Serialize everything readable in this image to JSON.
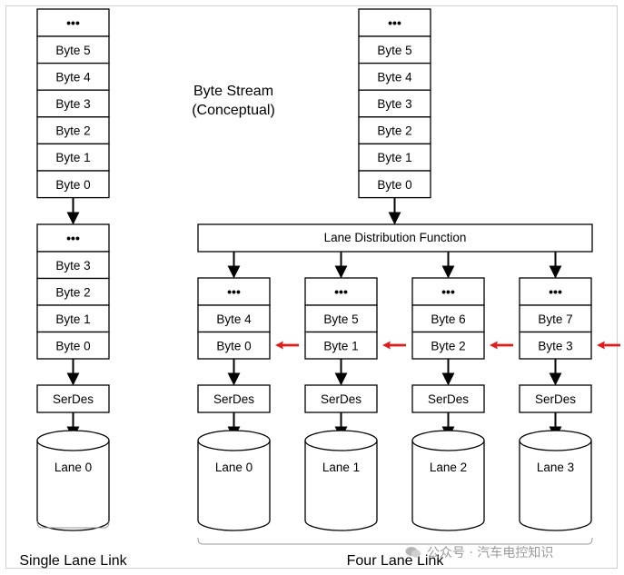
{
  "byte_stream_label": [
    "Byte Stream",
    "(Conceptual)"
  ],
  "ellipsis": "•••",
  "left_stream_bytes": [
    "Byte 5",
    "Byte 4",
    "Byte 3",
    "Byte 2",
    "Byte 1",
    "Byte 0"
  ],
  "right_stream_bytes": [
    "Byte 5",
    "Byte 4",
    "Byte 3",
    "Byte 2",
    "Byte 1",
    "Byte 0"
  ],
  "single_lane": {
    "buffer_bytes": [
      "Byte 3",
      "Byte 2",
      "Byte 1",
      "Byte 0"
    ],
    "serdes": "SerDes",
    "lane": "Lane 0",
    "caption": "Single Lane Link"
  },
  "lane_distribution_function": "Lane Distribution Function",
  "four_lane": {
    "lanes": [
      {
        "bytes": [
          "Byte 4",
          "Byte 0"
        ],
        "serdes": "SerDes",
        "lane": "Lane 0"
      },
      {
        "bytes": [
          "Byte 5",
          "Byte 1"
        ],
        "serdes": "SerDes",
        "lane": "Lane 1"
      },
      {
        "bytes": [
          "Byte 6",
          "Byte 2"
        ],
        "serdes": "SerDes",
        "lane": "Lane 2"
      },
      {
        "bytes": [
          "Byte 7",
          "Byte 3"
        ],
        "serdes": "SerDes",
        "lane": "Lane 3"
      }
    ],
    "caption": "Four Lane Link"
  },
  "watermark": "公众号 · 汽车电控知识",
  "colors": {
    "line": "#000000",
    "highlight_arrow": "#e41b1b",
    "box_fill": "#ffffff",
    "watermark": "#9a9a9a"
  }
}
